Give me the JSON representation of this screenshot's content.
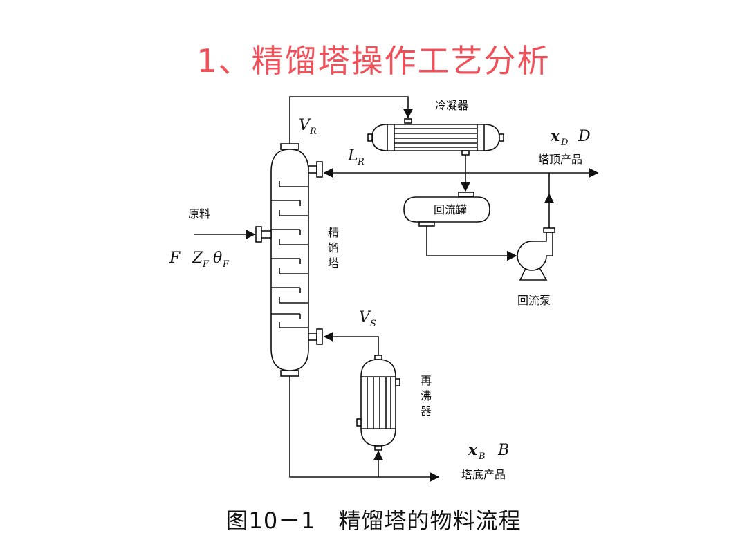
{
  "title": "1、精馏塔操作工艺分析",
  "caption": "图10－1　精馏塔的物料流程",
  "labels": {
    "condenser": "冷凝器",
    "top_product": "塔顶产品",
    "reflux_drum": "回流罐",
    "feed": "原料",
    "column_1": "精",
    "column_2": "馏",
    "column_3": "塔",
    "reflux_pump": "回流泵",
    "reboiler_1": "再",
    "reboiler_2": "沸",
    "reboiler_3": "器",
    "bottom_product": "塔底产品"
  },
  "variables": {
    "VR_main": "V",
    "VR_sub": "R",
    "LR_main": "L",
    "LR_sub": "R",
    "VS_main": "V",
    "VS_sub": "S",
    "xD_main": "x",
    "xD_sub": "D",
    "D": "D",
    "xB_main": "x",
    "xB_sub": "B",
    "B": "B",
    "F": "F",
    "ZF_main": "Z",
    "ZF_sub": "F",
    "thetaF_main": "θ",
    "thetaF_sub": "F"
  }
}
